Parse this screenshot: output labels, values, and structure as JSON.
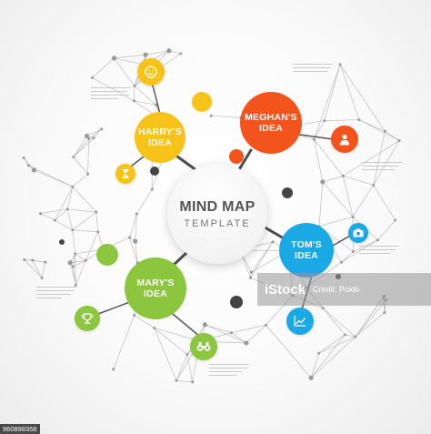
{
  "diagram": {
    "center": {
      "title": "MIND MAP",
      "subtitle": "TEMPLATE"
    },
    "ideas": [
      {
        "key": "harry",
        "label": "HARRY'S\nIDEA",
        "color": "#f7c21a"
      },
      {
        "key": "meghan",
        "label": "MEGHAN'S\nIDEA",
        "color": "#f2541b"
      },
      {
        "key": "tom",
        "label": "TOM'S\nIDEA",
        "color": "#1ba9e6"
      },
      {
        "key": "mary",
        "label": "MARY'S\nIDEA",
        "color": "#8cc63f"
      }
    ],
    "icons": [
      {
        "name": "smiley-icon",
        "color": "#f7c21a"
      },
      {
        "name": "hourglass-icon",
        "color": "#f7c21a"
      },
      {
        "name": "person-icon",
        "color": "#f2541b"
      },
      {
        "name": "camera-icon",
        "color": "#1ba9e6"
      },
      {
        "name": "chart-icon",
        "color": "#1ba9e6"
      },
      {
        "name": "trophy-icon",
        "color": "#8cc63f"
      },
      {
        "name": "binoculars-icon",
        "color": "#8cc63f"
      }
    ]
  },
  "watermark": {
    "brand": "iStock",
    "credit": "Credit: Pokki"
  },
  "image_id": "960898356"
}
